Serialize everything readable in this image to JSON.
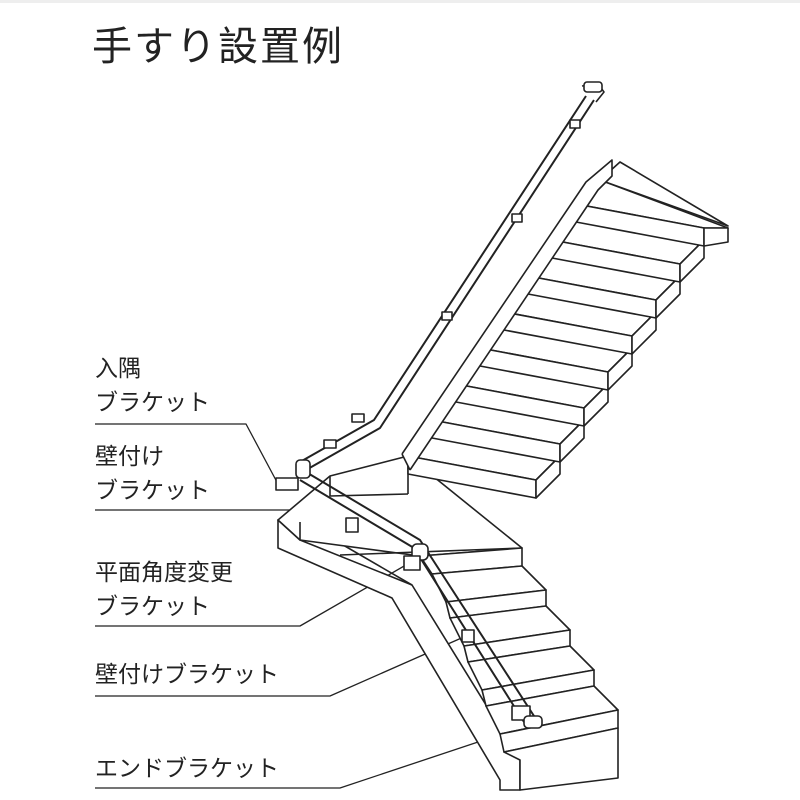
{
  "title": "手すり設置例",
  "labels": [
    {
      "id": "inside-corner",
      "line1": "入隅",
      "line2": "ブラケット"
    },
    {
      "id": "wall-mount-1",
      "line1": "壁付け",
      "line2": "ブラケット"
    },
    {
      "id": "plane-angle",
      "line1": "平面角度変更",
      "line2": "ブラケット"
    },
    {
      "id": "wall-mount-2",
      "line1": "壁付けブラケット",
      "line2": ""
    },
    {
      "id": "end",
      "line1": "エンドブラケット",
      "line2": ""
    }
  ]
}
